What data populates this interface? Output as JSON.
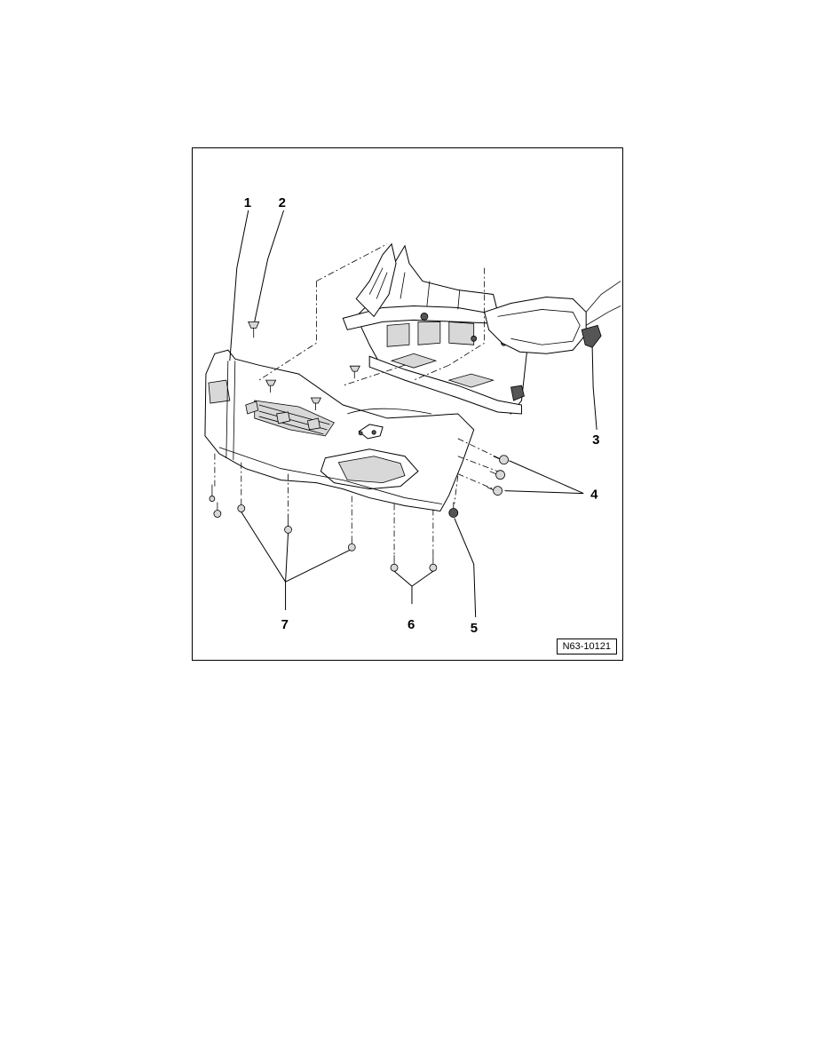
{
  "figure": {
    "reference_code": "N63-10121",
    "callouts": [
      {
        "id": "1",
        "label": "1"
      },
      {
        "id": "2",
        "label": "2"
      },
      {
        "id": "3",
        "label": "3"
      },
      {
        "id": "4",
        "label": "4"
      },
      {
        "id": "5",
        "label": "5"
      },
      {
        "id": "6",
        "label": "6"
      },
      {
        "id": "7",
        "label": "7"
      }
    ]
  }
}
